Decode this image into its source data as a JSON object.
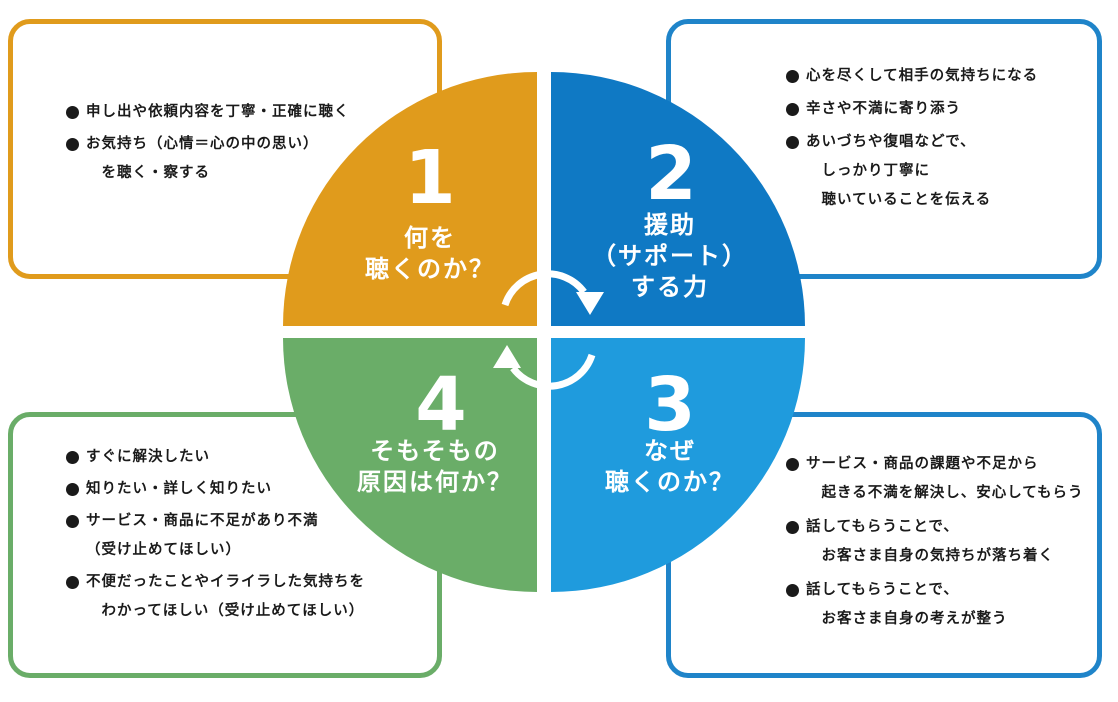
{
  "colors": {
    "q1": "#E09B1C",
    "q2": "#0F79C4",
    "q3": "#1F9BDD",
    "q4": "#6AAD68",
    "box_blue": "#1F84C9",
    "text": "#1a1a1a"
  },
  "quadrants": [
    {
      "number": "1",
      "label": "何を\n聴くのか？"
    },
    {
      "number": "2",
      "label": "援助\n（サポート）\nする力"
    },
    {
      "number": "3",
      "label": "なぜ\n聴くのか？"
    },
    {
      "number": "4",
      "label": "そもそもの\n原因は何か？"
    }
  ],
  "boxes": {
    "box1": {
      "items": [
        "申し出や依頼内容を丁寧・正確に聴く",
        "お気持ち（心情＝心の中の思い）\n　を聴く・察する"
      ]
    },
    "box2": {
      "items": [
        "心を尽くして相手の気持ちになる",
        "辛さや不満に寄り添う",
        "あいづちや復唱などで、\n　しっかり丁寧に\n　聴いていることを伝える"
      ]
    },
    "box3": {
      "items": [
        "サービス・商品の課題や不足から\n　起きる不満を解決し、安心してもらう",
        "話してもらうことで、\n　お客さま自身の気持ちが落ち着く",
        "話してもらうことで、\n　お客さま自身の考えが整う"
      ]
    },
    "box4": {
      "items": [
        "すぐに解決したい",
        "知りたい・詳しく知りたい",
        "サービス・商品に不足があり不満\n（受け止めてほしい）",
        "不便だったことやイライラした気持ちを\n　わかってほしい（受け止めてほしい）"
      ]
    }
  }
}
